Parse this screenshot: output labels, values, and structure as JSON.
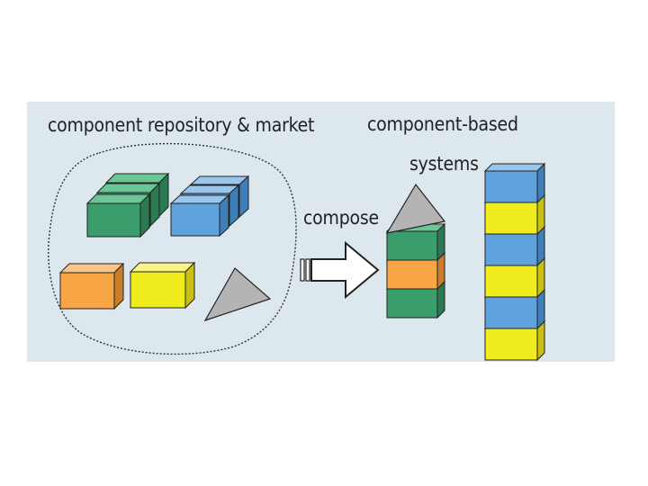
{
  "labels": {
    "repository": "component repository & market",
    "systems_line1": "component-based",
    "systems_line2": "systems",
    "compose": "compose"
  },
  "colors": {
    "panel_bg": "#dde7ee",
    "green": "#3a9e6c",
    "blue": "#5ea3de",
    "orange": "#f7a545",
    "yellow": "#f1ec1e",
    "gray": "#b4b4b4",
    "outline": "#222222"
  }
}
